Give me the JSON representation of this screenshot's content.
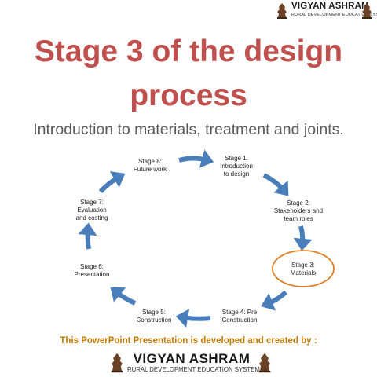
{
  "header": {
    "org_name": "VIGYAN ASHRAM",
    "org_subtitle": "RURAL DEVELOPMENT EDUCATION SYSTEM"
  },
  "title": {
    "line1": "Stage 3 of the design",
    "line2": "process"
  },
  "subtitle": "Introduction to materials, treatment and joints.",
  "stages": [
    {
      "line1": "Stage 1.",
      "line2": "Introduction",
      "line3": "to design"
    },
    {
      "line1": "Stage 2:",
      "line2": "Stakeholders and",
      "line3": "team roles"
    },
    {
      "line1": "Stage 3:",
      "line2": "Materials"
    },
    {
      "line1": "Stage 4: Pre",
      "line2": "Construction"
    },
    {
      "line1": "Stage 5:",
      "line2": "Construction"
    },
    {
      "line1": "Stage 6:",
      "line2": "Presentation"
    },
    {
      "line1": "Stage 7:",
      "line2": "Evaluation",
      "line3": "and costing"
    },
    {
      "line1": "Stage 8:",
      "line2": "Future work"
    }
  ],
  "colors": {
    "title": "#c0504d",
    "arrow": "#4a7ebb",
    "highlight_ring": "#e07b22",
    "credit": "#c07a00"
  },
  "footer": {
    "credit": "This PowerPoint  Presentation is developed and created by :",
    "org_name": "VIGYAN ASHRAM",
    "org_subtitle": "RURAL DEVELOPMENT EDUCATION SYSTEM"
  }
}
